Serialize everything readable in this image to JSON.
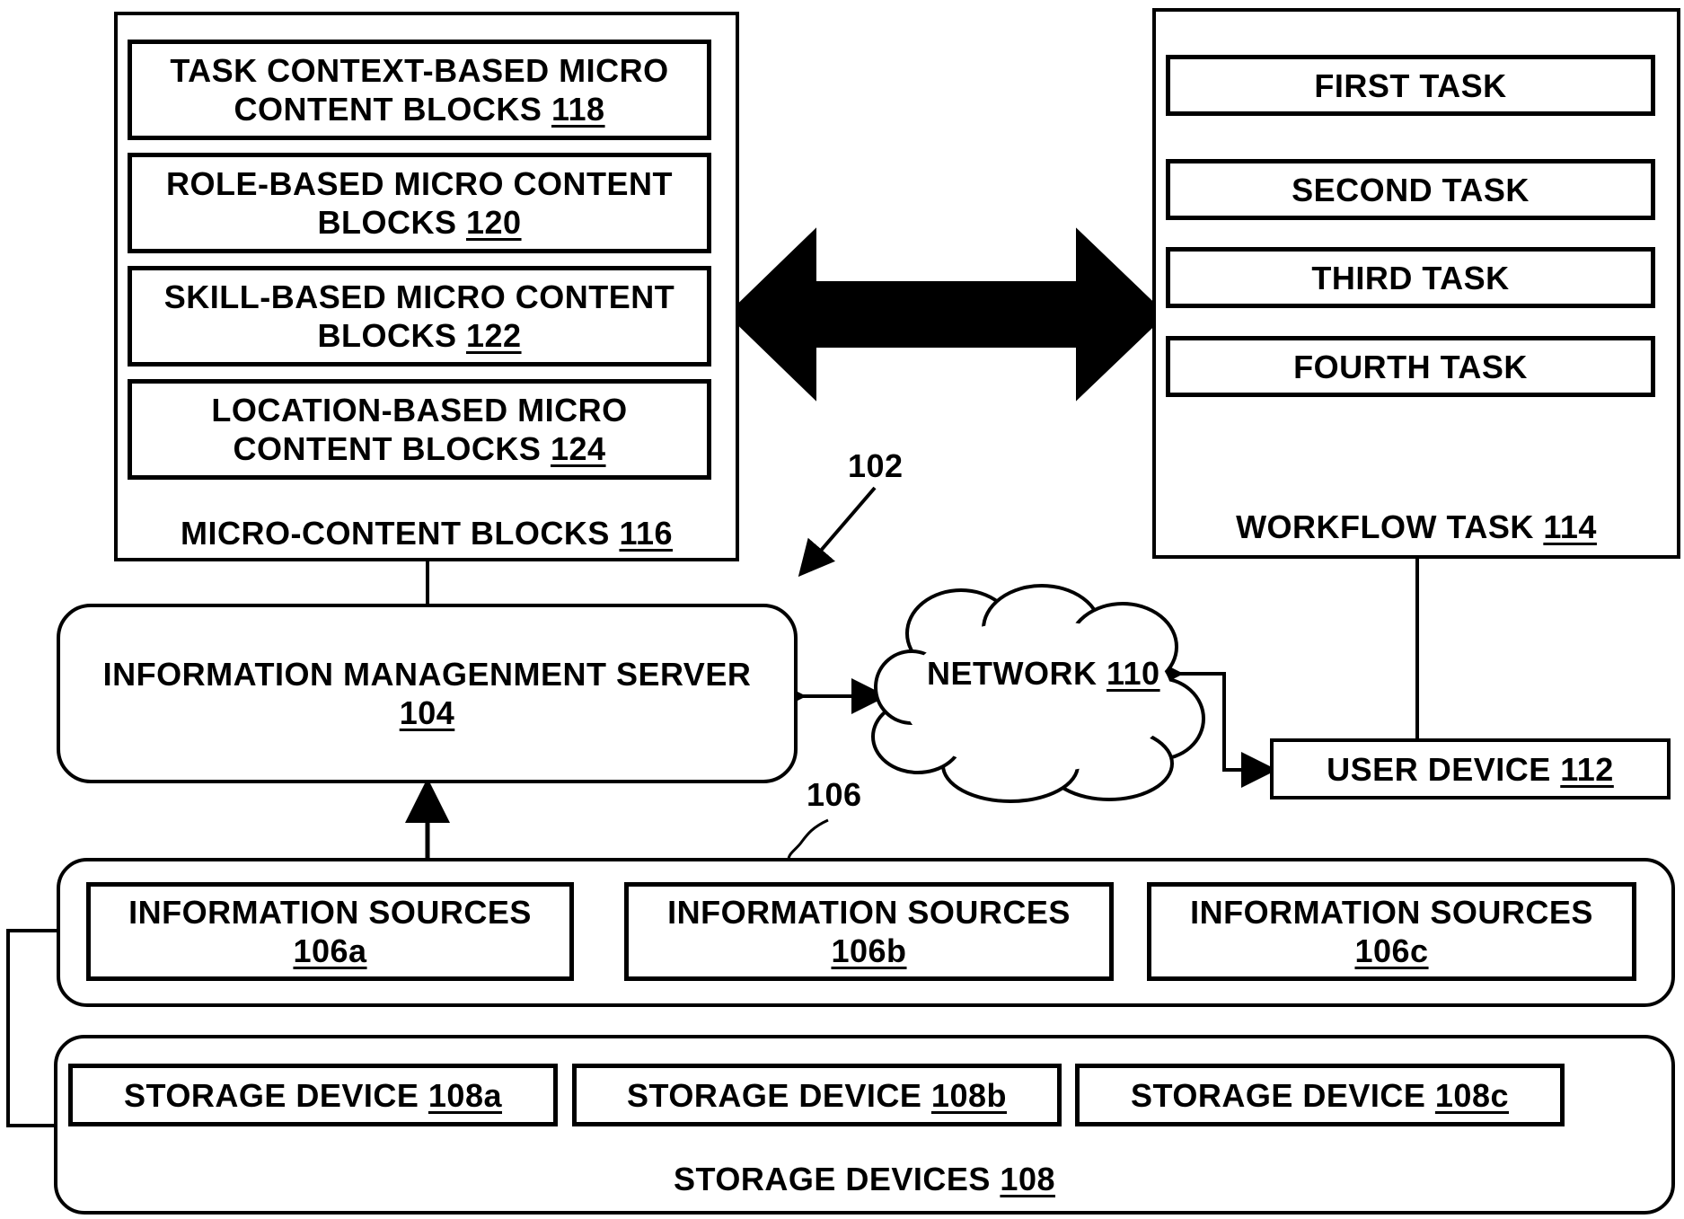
{
  "micro_content": {
    "title": "MICRO-CONTENT BLOCKS",
    "ref": "116",
    "blocks": [
      {
        "line1": "TASK CONTEXT-BASED MICRO",
        "line2": "CONTENT BLOCKS",
        "ref": "118"
      },
      {
        "line1": "ROLE-BASED MICRO CONTENT",
        "line2": "BLOCKS",
        "ref": "120"
      },
      {
        "line1": "SKILL-BASED MICRO CONTENT",
        "line2": "BLOCKS",
        "ref": "122"
      },
      {
        "line1": "LOCATION-BASED MICRO",
        "line2": "CONTENT BLOCKS",
        "ref": "124"
      }
    ]
  },
  "workflow": {
    "title": "WORKFLOW TASK",
    "ref": "114",
    "tasks": [
      "FIRST TASK",
      "SECOND TASK",
      "THIRD TASK",
      "FOURTH TASK"
    ]
  },
  "system_ref": "102",
  "server": {
    "line1": "INFORMATION MANAGENMENT SERVER",
    "ref": "104"
  },
  "network": {
    "label": "NETWORK",
    "ref": "110"
  },
  "user_device": {
    "label": "USER DEVICE",
    "ref": "112"
  },
  "sources": {
    "ref": "106",
    "items": [
      {
        "label": "INFORMATION SOURCES",
        "ref": "106a"
      },
      {
        "label": "INFORMATION SOURCES",
        "ref": "106b"
      },
      {
        "label": "INFORMATION SOURCES",
        "ref": "106c"
      }
    ]
  },
  "storage": {
    "title": "STORAGE DEVICES",
    "ref": "108",
    "items": [
      {
        "label": "STORAGE DEVICE",
        "ref": "108a"
      },
      {
        "label": "STORAGE DEVICE",
        "ref": "108b"
      },
      {
        "label": "STORAGE DEVICE",
        "ref": "108c"
      }
    ]
  }
}
